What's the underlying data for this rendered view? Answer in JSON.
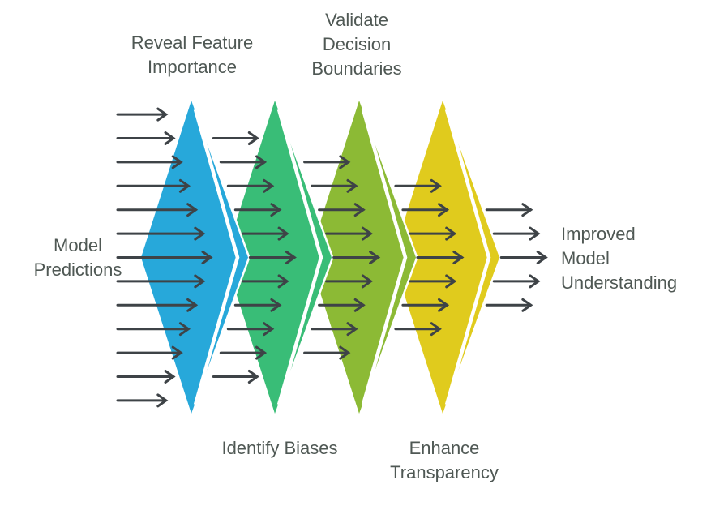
{
  "title": "Model interpretation funnel diagram",
  "colors": {
    "background": "#ffffff",
    "text": "#4f5854",
    "arrow": "#3e4347",
    "stripe": "#ffffff"
  },
  "labels": {
    "reveal_feature_importance": "Reveal Feature\nImportance",
    "validate_decision_boundaries": "Validate\nDecision\nBoundaries",
    "model_predictions": "Model\nPredictions",
    "improved_model_understanding": "Improved\nModel\nUnderstanding",
    "identify_biases": "Identify Biases",
    "enhance_transparency": "Enhance\nTransparency"
  },
  "diagram": {
    "flow_direction": "left-to-right",
    "input_label_key": "model_predictions",
    "output_label_key": "improved_model_understanding",
    "diamonds": [
      {
        "name": "reveal-feature-importance",
        "color": "#27a8da",
        "label_key": "reveal_feature_importance",
        "label_position": "top"
      },
      {
        "name": "identify-biases",
        "color": "#39bd77",
        "label_key": "identify_biases",
        "label_position": "bottom"
      },
      {
        "name": "validate-decision-boundaries",
        "color": "#8cba35",
        "label_key": "validate_decision_boundaries",
        "label_position": "top"
      },
      {
        "name": "enhance-transparency",
        "color": "#e0cb1d",
        "label_key": "enhance_transparency",
        "label_position": "bottom"
      }
    ],
    "arrow_columns": [
      {
        "name": "input-arrows",
        "count": 13
      },
      {
        "name": "stage-1-to-2-arrows",
        "count": 11
      },
      {
        "name": "stage-2-to-3-arrows",
        "count": 9
      },
      {
        "name": "stage-3-to-4-arrows",
        "count": 7
      },
      {
        "name": "output-arrows",
        "count": 5
      }
    ]
  }
}
